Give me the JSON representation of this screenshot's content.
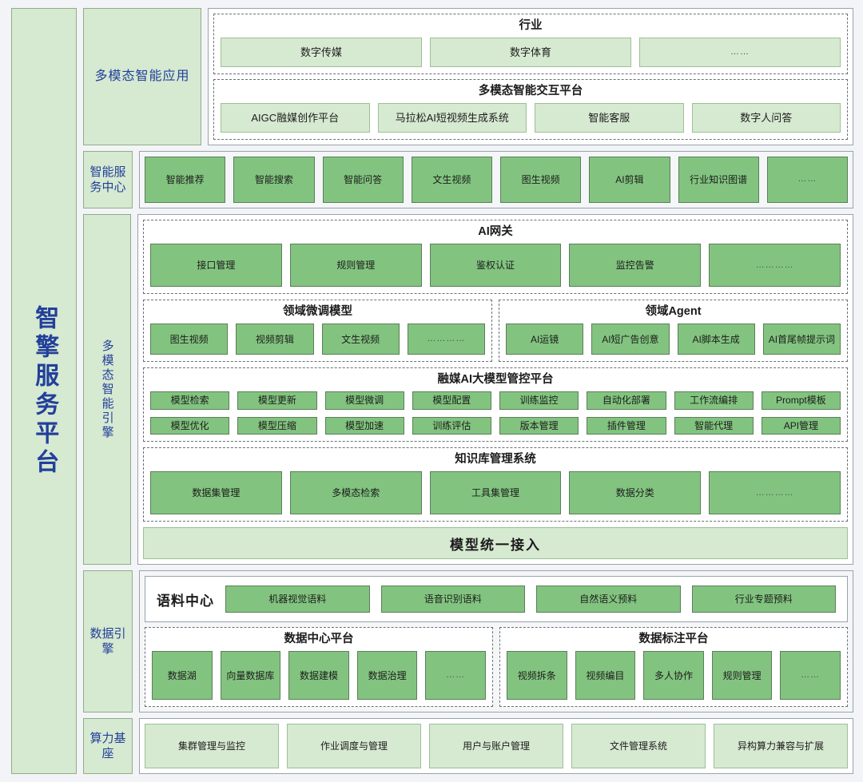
{
  "platform": {
    "title": "智擎服务平台"
  },
  "layers": {
    "application": {
      "label": "多模态智能应用",
      "groups": [
        {
          "title": "行业",
          "items": [
            "数字传媒",
            "数字体育",
            "……"
          ]
        },
        {
          "title": "多模态智能交互平台",
          "items": [
            "AIGC融媒创作平台",
            "马拉松AI短视频生成系统",
            "智能客服",
            "数字人问答"
          ]
        }
      ]
    },
    "service_center": {
      "label": "智能服务中心",
      "items": [
        "智能推荐",
        "智能搜索",
        "智能问答",
        "文生视频",
        "图生视频",
        "AI剪辑",
        "行业知识图谱",
        "……"
      ]
    },
    "engine": {
      "label": "多模态智能引擎",
      "gateway": {
        "title": "AI网关",
        "items": [
          "接口管理",
          "规则管理",
          "鉴权认证",
          "监控告警",
          "…………"
        ]
      },
      "finetune": {
        "title": "领域微调模型",
        "items": [
          "图生视频",
          "视频剪辑",
          "文生视频",
          "…………"
        ]
      },
      "agent": {
        "title": "领域Agent",
        "items": [
          "AI运镜",
          "AI短广告创意",
          "AI脚本生成",
          "AI首尾帧提示词"
        ]
      },
      "model_platform": {
        "title": "融媒AI大模型管控平台",
        "row1": [
          "模型检索",
          "模型更新",
          "模型微调",
          "模型配置",
          "训练监控",
          "自动化部署",
          "工作流编排",
          "Prompt模板"
        ],
        "row2": [
          "模型优化",
          "模型压缩",
          "模型加速",
          "训练评估",
          "版本管理",
          "插件管理",
          "智能代理",
          "API管理"
        ]
      },
      "knowledge": {
        "title": "知识库管理系统",
        "items": [
          "数据集管理",
          "多模态检索",
          "工具集管理",
          "数据分类",
          "…………"
        ]
      },
      "unified_access": "模型统一接入"
    },
    "data_engine": {
      "label": "数据引擎",
      "corpus": {
        "title": "语料中心",
        "items": [
          "机器视觉语料",
          "语音识别语料",
          "自然语义预料",
          "行业专题预料"
        ]
      },
      "data_center": {
        "title": "数据中心平台",
        "items": [
          "数据湖",
          "向量数据库",
          "数据建模",
          "数据治理",
          "……"
        ]
      },
      "annotation": {
        "title": "数据标注平台",
        "items": [
          "视频拆条",
          "视频编目",
          "多人协作",
          "规则管理",
          "……"
        ]
      }
    },
    "compute_base": {
      "label": "算力基座",
      "items": [
        "集群管理与监控",
        "作业调度与管理",
        "用户与账户管理",
        "文件管理系统",
        "异构算力兼容与扩展"
      ]
    }
  },
  "colors": {
    "background": "#f2f4f7",
    "chip_dark": "#82c47f",
    "chip_light": "#d6e9d1",
    "label_text": "#22409a",
    "border": "#9aa3ab"
  }
}
